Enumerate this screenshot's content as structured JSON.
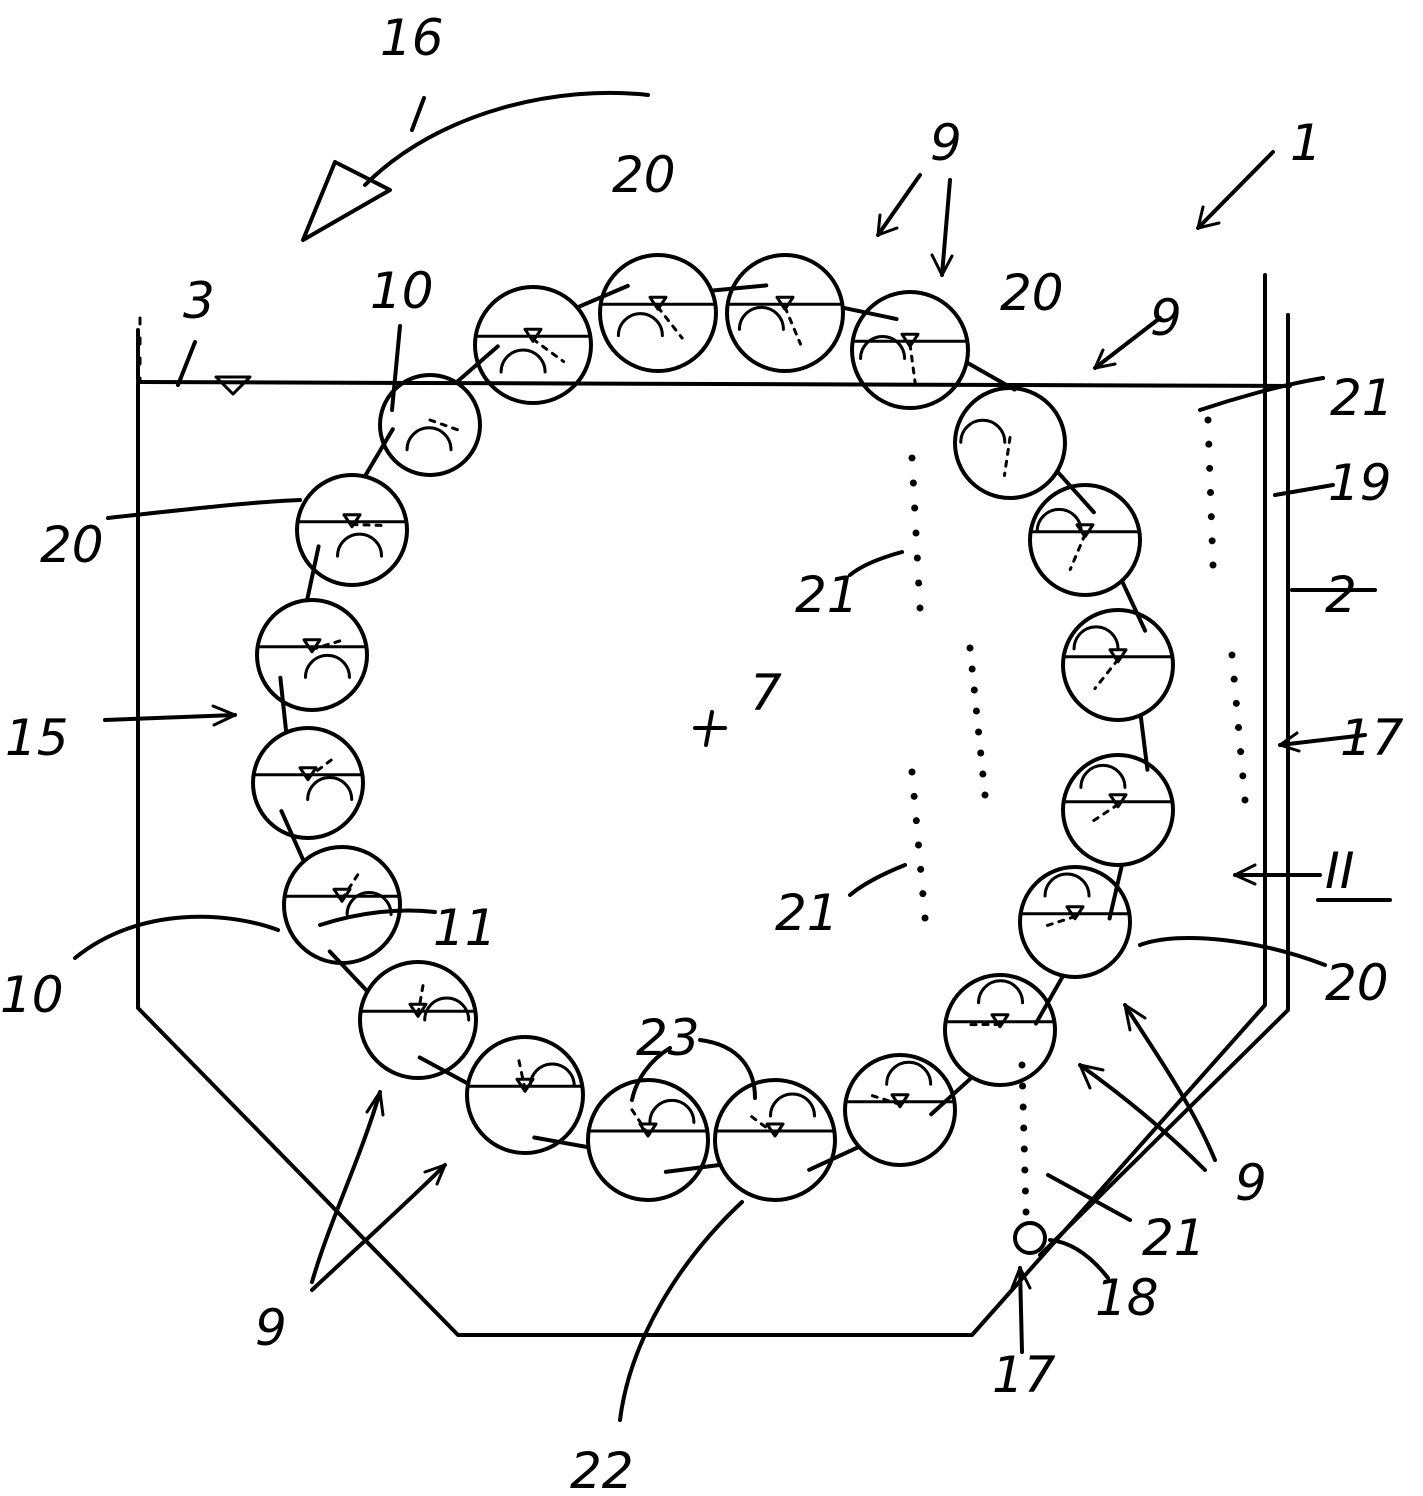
{
  "labels": {
    "l1": "1",
    "l2": "2",
    "l3": "3",
    "l7": "7",
    "l9a": "9",
    "l9b": "9",
    "l9c": "9",
    "l9d": "9",
    "l10a": "10",
    "l10b": "10",
    "l11": "11",
    "l15": "15",
    "l16": "16",
    "l17a": "17",
    "l17b": "17",
    "l18": "18",
    "l19": "19",
    "l20a": "20",
    "l20b": "20",
    "l20c": "20",
    "l20d": "20",
    "l21a": "21",
    "l21b": "21",
    "l21c": "21",
    "l21d": "21",
    "l22": "22",
    "l23": "23",
    "lII": "II"
  }
}
